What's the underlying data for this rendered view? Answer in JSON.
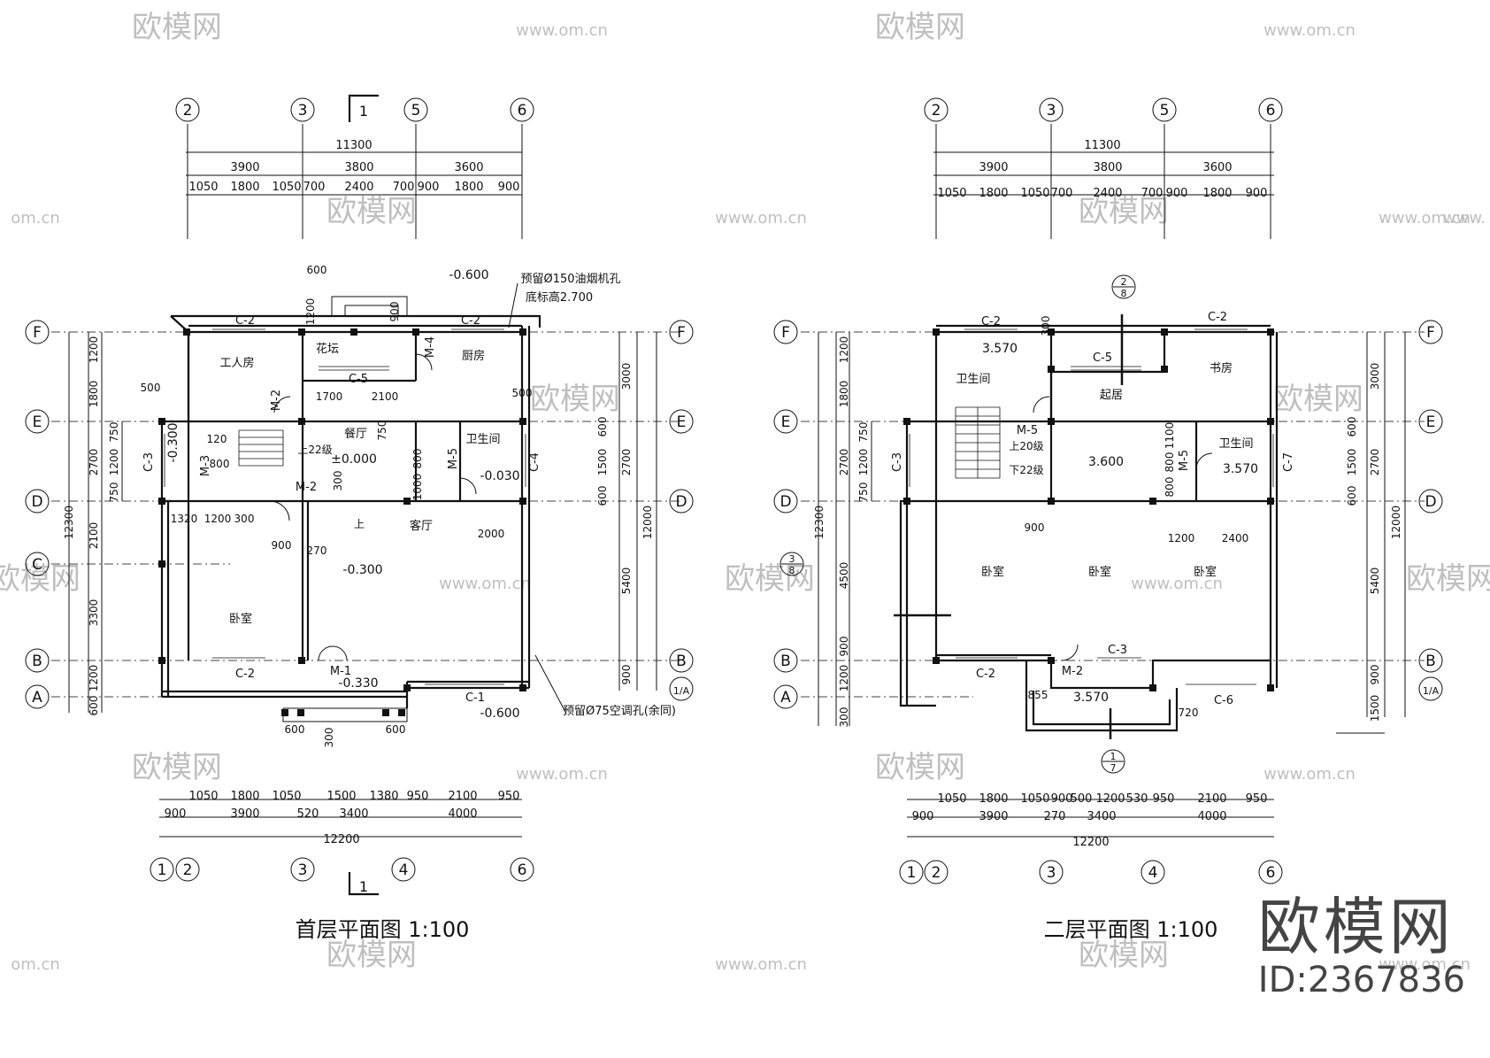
{
  "watermark": {
    "logo": "欧模网",
    "site": "www.om.cn",
    "site_short": "om.cn",
    "site_prefix": "www."
  },
  "brand": {
    "name": "欧模网",
    "id": "ID:2367836"
  },
  "plans": [
    {
      "title": "首层平面图 1:100",
      "section_mark": "1",
      "top_axes": [
        "2",
        "3",
        "5",
        "6"
      ],
      "bottom_axes": [
        "1",
        "2",
        "3",
        "4",
        "6"
      ],
      "row_axes": [
        "F",
        "E",
        "D",
        "C",
        "B",
        "A"
      ],
      "right_row_axes": [
        "F",
        "E",
        "D",
        "B",
        "1/A"
      ],
      "top_total": "11300",
      "top_mid": [
        "3900",
        "3800",
        "3600"
      ],
      "top_detail": [
        "1050",
        "1800",
        "1050",
        "700",
        "2400",
        "700",
        "900",
        "1800",
        "900"
      ],
      "bottom_detail": [
        "1050",
        "1800",
        "1050",
        "1500",
        "1380",
        "950",
        "2100",
        "950"
      ],
      "bottom_mid": [
        "900",
        "3900",
        "520",
        "3400",
        "4000"
      ],
      "bottom_total": "12200",
      "left_dims": [
        "1200",
        "1800",
        "2700",
        "2100",
        "3300",
        "1200",
        "600"
      ],
      "left_total": "12300",
      "left_inner": [
        "750",
        "1200",
        "750"
      ],
      "right_dims": [
        "3000",
        "600",
        "1500",
        "600",
        "2700",
        "5400",
        "900"
      ],
      "right_total": "12000",
      "rooms": [
        "工人房",
        "花坛",
        "厨房",
        "餐厅",
        "卫生间",
        "卧室",
        "客厅"
      ],
      "openings": [
        "C-2",
        "C-2",
        "C-5",
        "C-3",
        "C-4",
        "C-2",
        "C-1",
        "M-1",
        "M-2",
        "M-2",
        "M-3",
        "M-4",
        "M-5",
        "M-2"
      ],
      "levels": [
        "-0.600",
        "±0.000",
        "-0.030",
        "-0.300",
        "-0.330",
        "-0.600",
        "-0.300"
      ],
      "misc": [
        "600",
        "1200",
        "900",
        "500",
        "500",
        "1700",
        "2100",
        "120",
        "800",
        "750",
        "300",
        "1320",
        "1200",
        "300",
        "900",
        "270",
        "2000",
        "800",
        "1000",
        "600",
        "600",
        "300",
        "上",
        "上22级"
      ],
      "notes": [
        "预留Ø150油烟机孔",
        "底标高2.700",
        "预留Ø75空调孔(余同)"
      ]
    },
    {
      "title": "二层平面图 1:100",
      "section_mark": "",
      "top_axes": [
        "2",
        "3",
        "5",
        "6"
      ],
      "bottom_axes": [
        "1",
        "2",
        "3",
        "4",
        "6"
      ],
      "row_axes": [
        "F",
        "E",
        "D",
        "B",
        "A"
      ],
      "right_row_axes": [
        "F",
        "E",
        "D",
        "B",
        "1/A"
      ],
      "top_total": "11300",
      "top_mid": [
        "3900",
        "3800",
        "3600"
      ],
      "top_detail": [
        "1050",
        "1800",
        "1050",
        "700",
        "2400",
        "700",
        "900",
        "1800",
        "900"
      ],
      "bottom_detail": [
        "1050",
        "1800",
        "1050",
        "900",
        "500",
        "1200",
        "530",
        "950",
        "2100",
        "950"
      ],
      "bottom_mid": [
        "900",
        "3900",
        "270",
        "3400",
        "4000"
      ],
      "bottom_total": "12200",
      "left_dims": [
        "1200",
        "1800",
        "2700",
        "4500",
        "900",
        "1200",
        "300"
      ],
      "left_total": "12300",
      "left_inner": [
        "750",
        "1200",
        "750"
      ],
      "right_dims": [
        "3000",
        "600",
        "1500",
        "600",
        "2700",
        "5400",
        "900",
        "1500"
      ],
      "right_total": "12000",
      "rooms": [
        "卫生间",
        "起居",
        "书房",
        "卫生间",
        "卧室",
        "卧室",
        "卧室"
      ],
      "openings": [
        "C-2",
        "C-5",
        "C-2",
        "C-3",
        "C-7",
        "C-2",
        "C-3",
        "C-6",
        "M-5",
        "M-5",
        "M-2"
      ],
      "levels": [
        "3.570",
        "3.600",
        "3.570",
        "3.570"
      ],
      "misc": [
        "300",
        "1100",
        "800",
        "800",
        "900",
        "1200",
        "2400",
        "855",
        "720",
        "上20级",
        "下22级"
      ],
      "detail_marks": [
        [
          "2",
          "8"
        ],
        [
          "3",
          "8"
        ],
        [
          "1",
          "7"
        ]
      ]
    }
  ]
}
